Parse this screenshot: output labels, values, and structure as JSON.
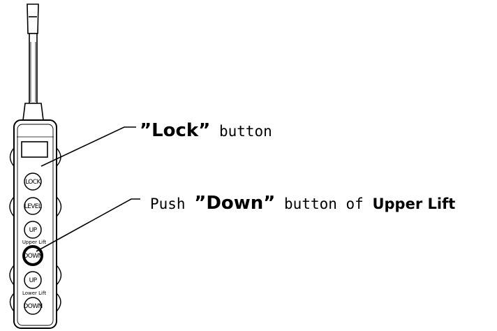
{
  "pendant": {
    "buttons": [
      {
        "id": "lock",
        "label": "LOCK",
        "highlighted": false
      },
      {
        "id": "level",
        "label": "LEVEL",
        "highlighted": false
      },
      {
        "id": "up-upper",
        "label": "UP",
        "highlighted": false
      },
      {
        "id": "down-upper",
        "label": "DOWN",
        "highlighted": true
      },
      {
        "id": "up-lower",
        "label": "UP",
        "highlighted": false
      },
      {
        "id": "down-lower",
        "label": "DOWN",
        "highlighted": false
      }
    ],
    "group_labels": {
      "upper": "Upper Lift",
      "lower": "Lower Lift"
    }
  },
  "callouts": {
    "lock": {
      "quote_open": "”",
      "name": "Lock",
      "quote_close": "”",
      "suffix": " button"
    },
    "down": {
      "prefix": "Push ",
      "quote_open": "”",
      "name": "Down",
      "quote_close": "”",
      "middle": " button of ",
      "target": "Upper Lift"
    }
  },
  "colors": {
    "ink": "#000000",
    "background": "#ffffff",
    "pendant_body": "#ffffff"
  }
}
